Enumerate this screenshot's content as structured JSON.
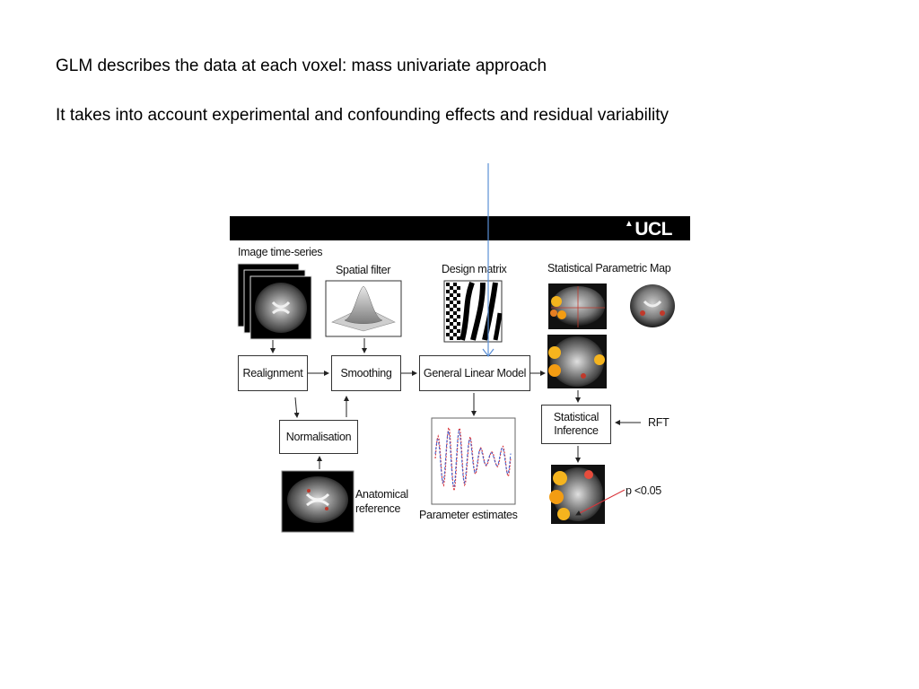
{
  "slide": {
    "line1": "GLM describes the data at each voxel: mass univariate approach",
    "line2": "It takes into account experimental and confounding effects and residual variability"
  },
  "figure": {
    "logo": "UCL",
    "labels": {
      "image_time_series": "Image time-series",
      "spatial_filter": "Spatial filter",
      "design_matrix": "Design matrix",
      "spm": "Statistical Parametric Map",
      "anatomical_reference": "Anatomical\nreference",
      "parameter_estimates": "Parameter estimates",
      "rft": "RFT",
      "p_value": "p <0.05"
    },
    "boxes": {
      "realignment": "Realignment",
      "smoothing": "Smoothing",
      "glm": "General Linear Model",
      "normalisation": "Normalisation",
      "inference": "Statistical\nInference"
    }
  },
  "colors": {
    "pointer_line": "#5b8fd6",
    "activation": "#f5b41e",
    "estimate_red": "#d9343a",
    "estimate_blue": "#3d5fd0"
  }
}
